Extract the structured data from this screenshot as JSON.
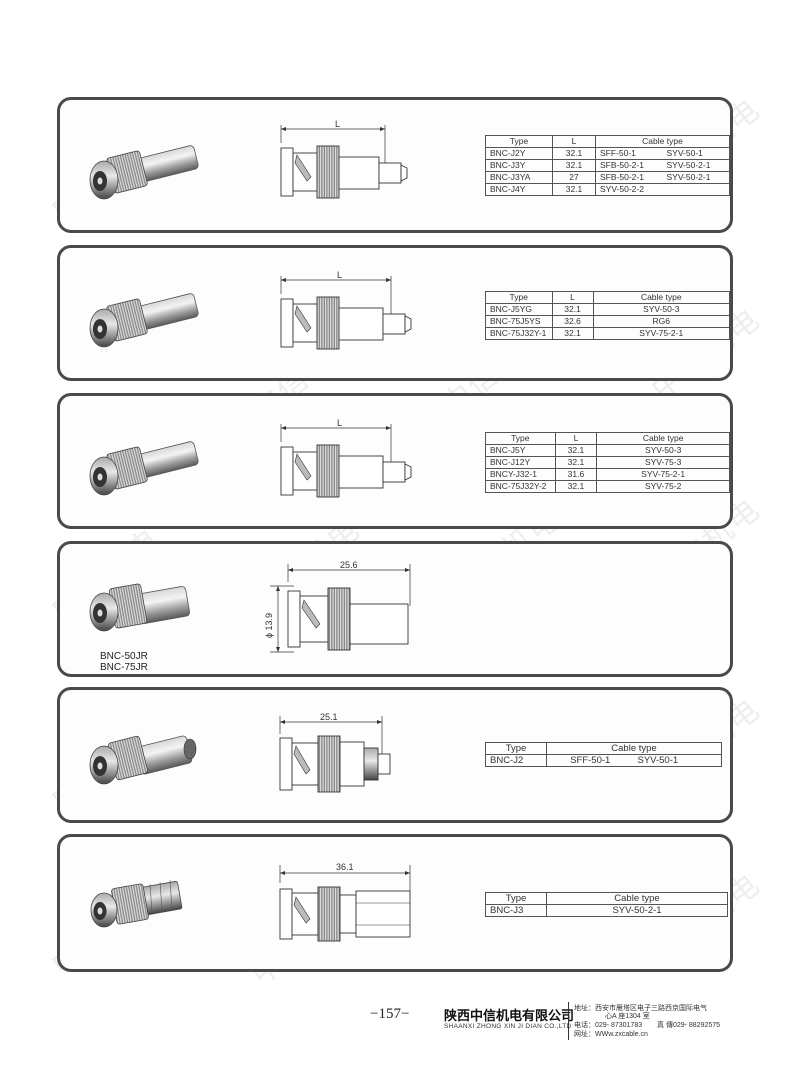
{
  "watermark": "中信机电",
  "panels": [
    {
      "dimension": "L",
      "table": {
        "headers": [
          "Type",
          "L",
          "Cable type"
        ],
        "rows": [
          [
            "BNC-J2Y",
            "32.1",
            "SFF-50-1",
            "SYV-50-1"
          ],
          [
            "BNC-J3Y",
            "32.1",
            "SFB-50-2-1",
            "SYV-50-2-1"
          ],
          [
            "BNC-J3YA",
            "27",
            "SFB-50-2-1",
            "SYV-50-2-1"
          ],
          [
            "BNC-J4Y",
            "32.1",
            "SYV-50-2-2",
            ""
          ]
        ]
      }
    },
    {
      "dimension": "L",
      "table": {
        "headers": [
          "Type",
          "L",
          "Cable type"
        ],
        "rows": [
          [
            "BNC-J5YG",
            "32.1",
            "SYV-50-3"
          ],
          [
            "BNC-75J5YS",
            "32.6",
            "RG6"
          ],
          [
            "BNC-75J32Y-1",
            "32.1",
            "SYV-75-2-1"
          ]
        ]
      }
    },
    {
      "dimension": "L",
      "table": {
        "headers": [
          "Type",
          "L",
          "Cable type"
        ],
        "rows": [
          [
            "BNC-J5Y",
            "32.1",
            "SYV-50-3"
          ],
          [
            "BNC-J12Y",
            "32.1",
            "SYV-75-3"
          ],
          [
            "BNCY-J32-1",
            "31.6",
            "SYV-75-2-1"
          ],
          [
            "BNC-75J32Y-2",
            "32.1",
            "SYV-75-2"
          ]
        ]
      }
    },
    {
      "dimension": "25.6",
      "dimension_v": "ϕ 13.9",
      "models": [
        "BNC-50JR",
        "BNC-75JR"
      ]
    },
    {
      "dimension": "25.1",
      "table": {
        "headers": [
          "Type",
          "Cable type"
        ],
        "rows": [
          [
            "BNC-J2",
            "SFF-50-1",
            "SYV-50-1"
          ]
        ]
      }
    },
    {
      "dimension": "36.1",
      "table": {
        "headers": [
          "Type",
          "Cable type"
        ],
        "rows": [
          [
            "BNC-J3",
            "SYV-50-2-1"
          ]
        ]
      }
    }
  ],
  "footer": {
    "page_number": "−157−",
    "company_cn": "陕西中信机电有限公司",
    "company_en": "SHAANXI ZHONG XIN JI DIAN CO.,LTD",
    "address_line1": "地址：西安市雁塔区电子三路西京国际电气",
    "address_line2": "心A 座1304 室",
    "phone": "电话：029- 87301783",
    "fax": "真  傳029- 88292575",
    "website": "网址：WWw.zxcable.cn"
  }
}
